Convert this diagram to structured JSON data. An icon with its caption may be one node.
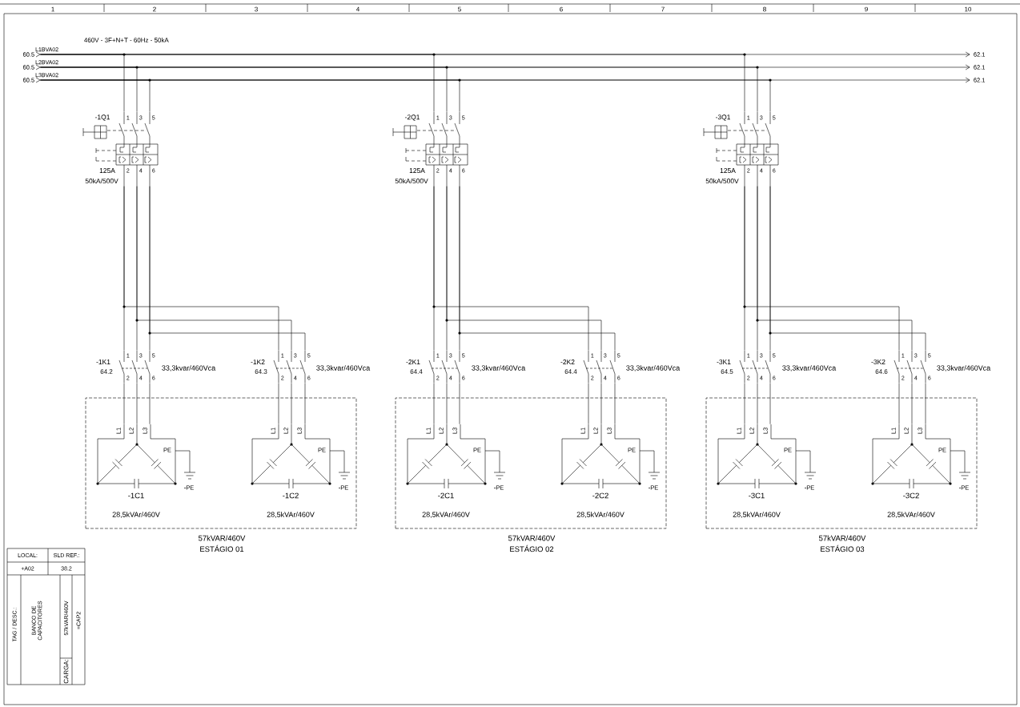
{
  "diagram": {
    "nodes": [
      {
        "text": [
          "60.5"
        ]
      },
      {
        "text": [
          "60.5"
        ]
      },
      {
        "text": [
          "60.5"
        ]
      },
      {
        "text": [
          "62.1"
        ]
      },
      {
        "text": [
          "62.1"
        ]
      },
      {
        "text": [
          "62.1"
        ]
      },
      {
        "text": [
          "-1Q1",
          "1",
          "3",
          "5",
          "125A",
          "2",
          "4",
          "6",
          "50kA/500V"
        ]
      },
      {
        "text": [
          "-1K1",
          "64.2",
          "1",
          "3",
          "5",
          "2",
          "4",
          "6",
          "33,3kvar/460Vca"
        ]
      },
      {
        "text": [
          "-1K2",
          "64.3",
          "1",
          "3",
          "5",
          "2",
          "4",
          "6",
          "33,3kvar/460Vca"
        ]
      },
      {
        "text": [
          "57kVAR/460V",
          "ESTÁGIO 01"
        ]
      },
      {
        "text": [
          "L1",
          "L2",
          "L3",
          "PE",
          "-PE",
          "-1C1",
          "28,5kVAr/460V"
        ],
        "in": 9
      },
      {
        "text": [
          "L1",
          "L2",
          "L3",
          "PE",
          "-PE",
          "-1C2",
          "28,5kVAr/460V"
        ],
        "in": 9
      },
      {
        "text": [
          "-2Q1",
          "1",
          "3",
          "5",
          "125A",
          "2",
          "4",
          "6",
          "50kA/500V"
        ]
      },
      {
        "text": [
          "-2K1",
          "64.4",
          "1",
          "3",
          "5",
          "2",
          "4",
          "6",
          "33,3kvar/460Vca"
        ]
      },
      {
        "text": [
          "-2K2",
          "64.4",
          "1",
          "3",
          "5",
          "2",
          "4",
          "6",
          "33,3kvar/460Vca"
        ]
      },
      {
        "text": [
          "57kVAR/460V",
          "ESTÁGIO 02"
        ]
      },
      {
        "text": [
          "L1",
          "L2",
          "L3",
          "PE",
          "-PE",
          "-2C1",
          "28,5kVAr/460V"
        ],
        "in": 15
      },
      {
        "text": [
          "L1",
          "L2",
          "L3",
          "PE",
          "-PE",
          "-2C2",
          "28,5kVAr/460V"
        ],
        "in": 15
      },
      {
        "text": [
          "-3Q1",
          "1",
          "3",
          "5",
          "125A",
          "2",
          "4",
          "6",
          "50kA/500V"
        ]
      },
      {
        "text": [
          "-3K1",
          "64.5",
          "1",
          "3",
          "5",
          "2",
          "4",
          "6",
          "33,3kvar/460Vca"
        ]
      },
      {
        "text": [
          "-3K2",
          "64.6",
          "1",
          "3",
          "5",
          "2",
          "4",
          "6",
          "33,3kvar/460Vca"
        ]
      },
      {
        "text": [
          "57kVAR/460V",
          "ESTÁGIO 03"
        ]
      },
      {
        "text": [
          "L1",
          "L2",
          "L3",
          "PE",
          "-PE",
          "-3C1",
          "28,5kVAr/460V"
        ],
        "in": 21
      },
      {
        "text": [
          "L1",
          "L2",
          "L3",
          "PE",
          "-PE",
          "-3C2",
          "28,5kVAr/460V"
        ],
        "in": 21
      }
    ],
    "edges": [
      {
        "from": 0,
        "to": 3,
        "arrow": "to",
        "label": "L1BVA02"
      },
      {
        "from": 1,
        "to": 4,
        "arrow": "to",
        "label": "L2BVA02"
      },
      {
        "from": 2,
        "to": 5,
        "arrow": "to",
        "label": "L3BVA02"
      },
      {
        "from": 0,
        "to": 6,
        "arrow": "none"
      },
      {
        "from": 1,
        "to": 6,
        "arrow": "none"
      },
      {
        "from": 2,
        "to": 6,
        "arrow": "none"
      },
      {
        "from": 6,
        "to": 7,
        "arrow": "none"
      },
      {
        "from": 6,
        "to": 8,
        "arrow": "none"
      },
      {
        "from": 7,
        "to": 10,
        "arrow": "none"
      },
      {
        "from": 8,
        "to": 11,
        "arrow": "none"
      },
      {
        "from": 0,
        "to": 12,
        "arrow": "none"
      },
      {
        "from": 1,
        "to": 12,
        "arrow": "none"
      },
      {
        "from": 2,
        "to": 12,
        "arrow": "none"
      },
      {
        "from": 12,
        "to": 13,
        "arrow": "none"
      },
      {
        "from": 12,
        "to": 14,
        "arrow": "none"
      },
      {
        "from": 13,
        "to": 16,
        "arrow": "none"
      },
      {
        "from": 14,
        "to": 17,
        "arrow": "none"
      },
      {
        "from": 0,
        "to": 18,
        "arrow": "none"
      },
      {
        "from": 1,
        "to": 18,
        "arrow": "none"
      },
      {
        "from": 2,
        "to": 18,
        "arrow": "none"
      },
      {
        "from": 18,
        "to": 19,
        "arrow": "none"
      },
      {
        "from": 18,
        "to": 20,
        "arrow": "none"
      },
      {
        "from": 19,
        "to": 22,
        "arrow": "none"
      },
      {
        "from": 20,
        "to": 23,
        "arrow": "none"
      }
    ],
    "labels": [
      "1",
      "2",
      "3",
      "4",
      "5",
      "6",
      "7",
      "8",
      "9",
      "10",
      "460V - 3F+N+T - 60Hz - 50kA",
      "LOCAL:",
      "SLD REF.:",
      "+A02",
      "38.2",
      "TAG / DESC.:",
      "BANCO DE CAPACITORES",
      "57kVAR/460V",
      "=CAP2",
      "CARGA:"
    ]
  }
}
